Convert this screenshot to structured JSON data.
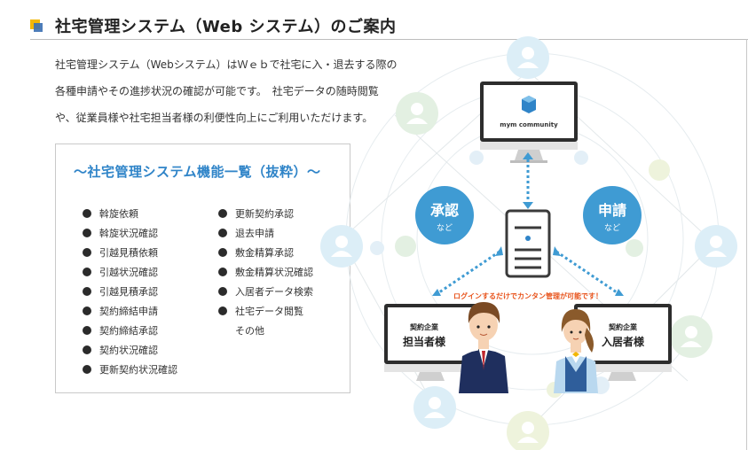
{
  "header": {
    "title": "社宅管理システム（Web システム）のご案内"
  },
  "intro": {
    "lines": [
      "社宅管理システム（Webシステム）はＷｅｂで社宅に入・退去する際の",
      "各種申請やその進捗状況の確認が可能です。　社宅データの随時閲覧",
      "や、従業員様や社宅担当者様の利便性向上にご利用いただけます。"
    ]
  },
  "functions": {
    "title": "～社宅管理システム機能一覧（抜粋）～",
    "left": [
      "斡旋依頼",
      "斡旋状況確認",
      "引越見積依頼",
      "引越状況確認",
      "引越見積承認",
      "契約締結申請",
      "契約締結承認",
      "契約状況確認",
      "更新契約状況確認"
    ],
    "right": [
      "更新契約承認",
      "退去申請",
      "敷金精算承認",
      "敷金精算状況確認",
      "入居者データ検索",
      "社宅データ閲覧",
      "その他"
    ]
  },
  "diagram": {
    "top_monitor_label": "mym community",
    "approve": {
      "main": "承認",
      "sub": "など"
    },
    "apply": {
      "main": "申請",
      "sub": "など"
    },
    "caption": "ログインするだけでカンタン管理が可能です！",
    "left_monitor": {
      "line1": "契約企業",
      "line2": "担当者様"
    },
    "right_monitor": {
      "line1": "契約企業",
      "line2": "入居者様"
    }
  },
  "colors": {
    "accent_blue": "#2f84c8",
    "badge_blue": "#3f9bd3",
    "caption_orange": "#e8531b",
    "marker_yellow": "#f2b705"
  }
}
